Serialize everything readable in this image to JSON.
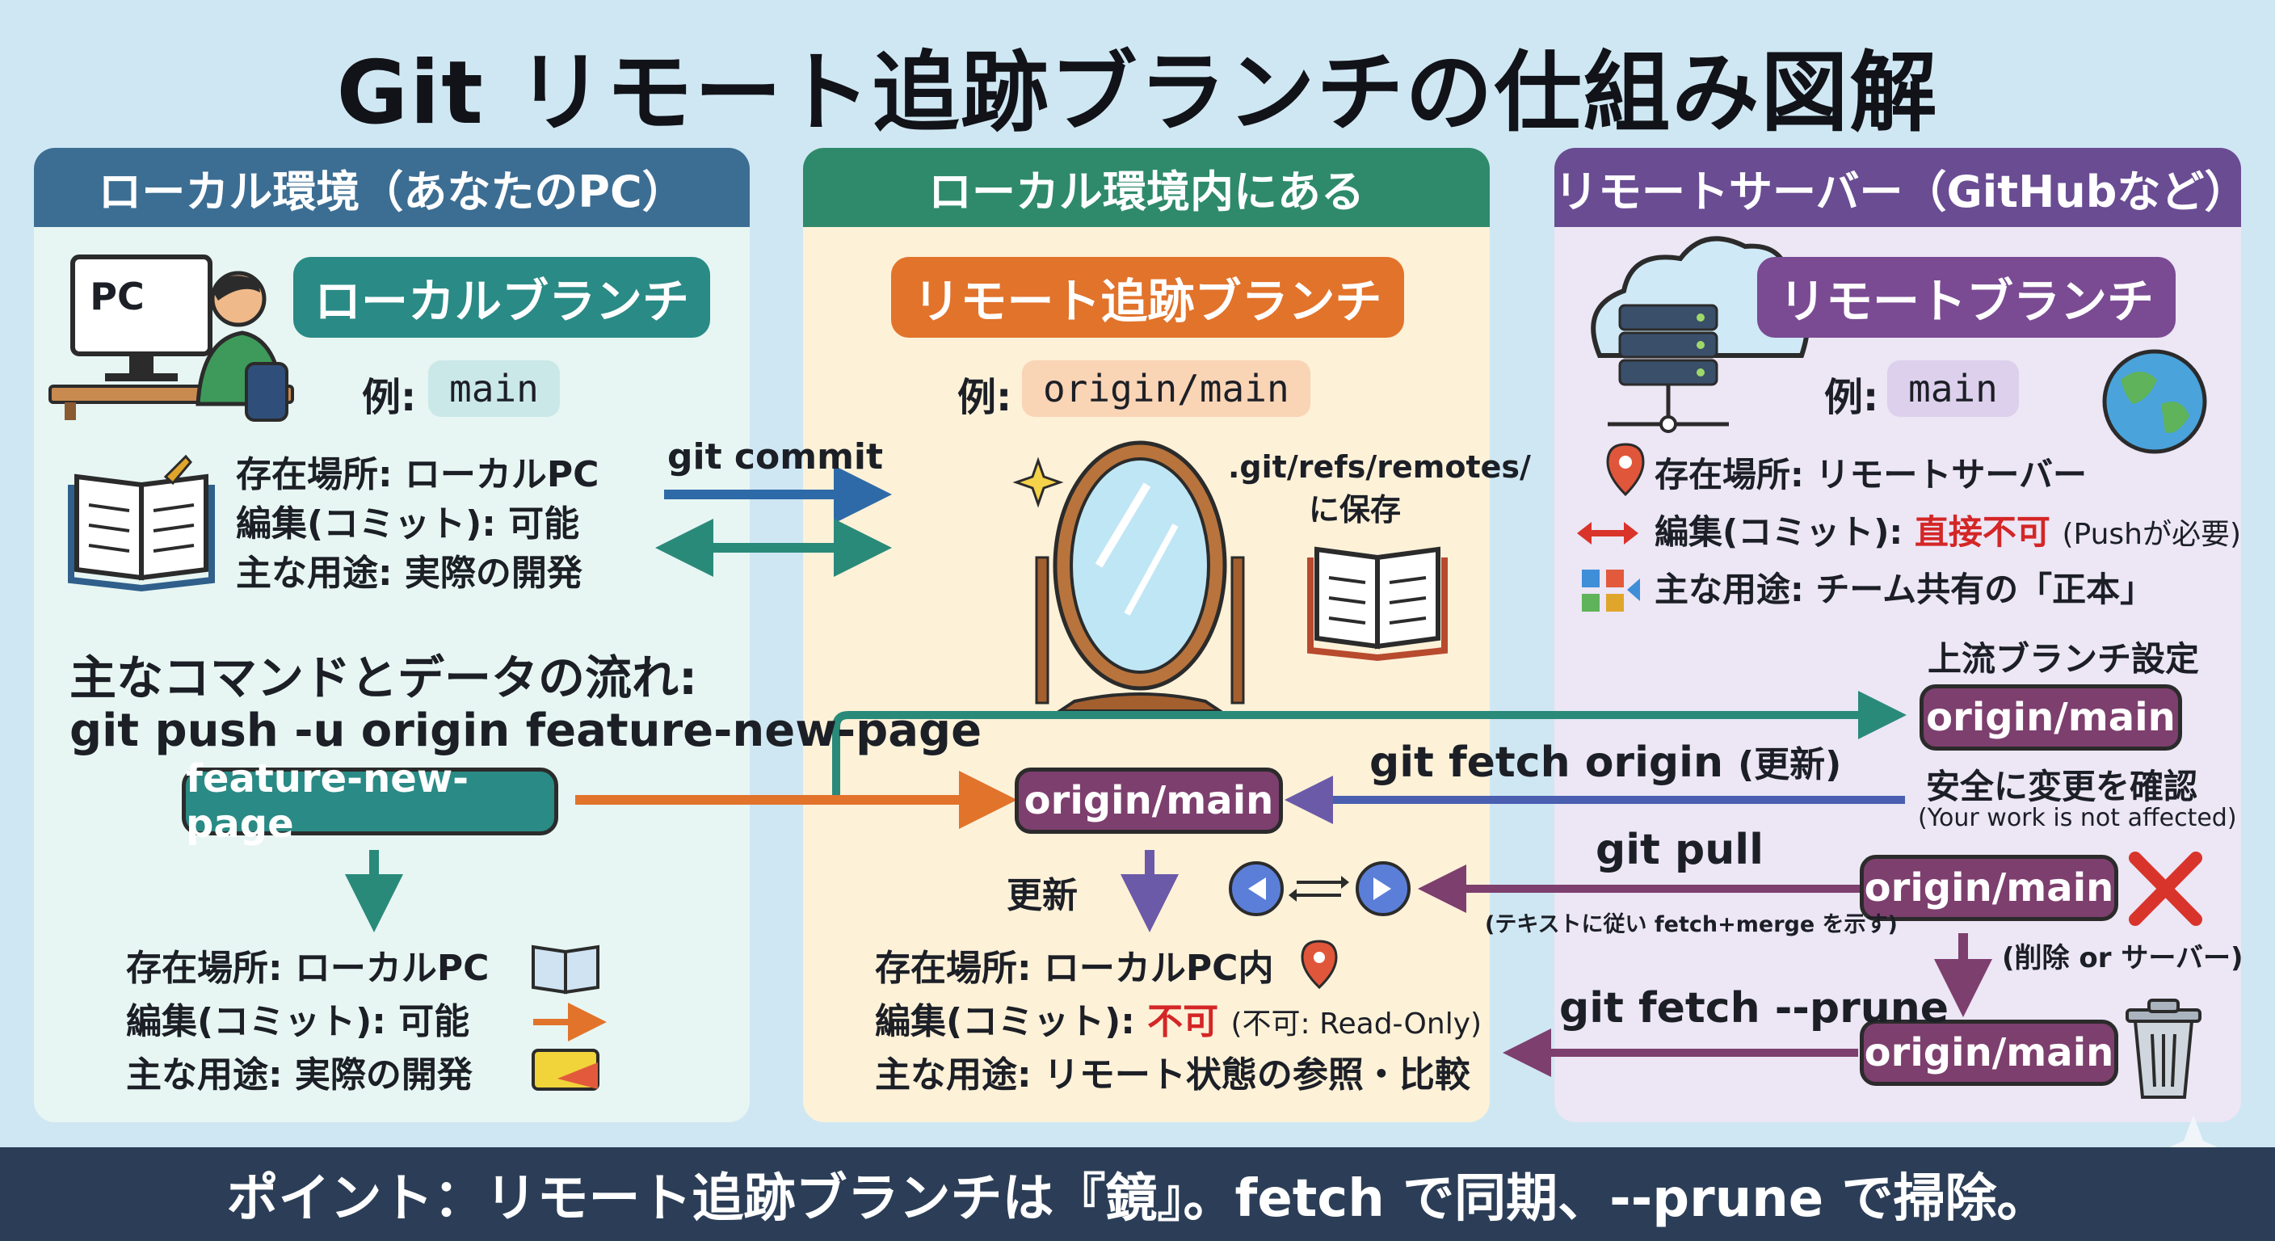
{
  "title": "Git リモート追跡ブランチの仕組み図解",
  "panels": {
    "local": {
      "header": "ローカル環境（あなたのPC）",
      "pc_label": "PC",
      "branch_title": "ローカルブランチ",
      "example_label": "例:",
      "example_value": "main",
      "info": [
        "存在場所: ローカルPC",
        "編集(コミット): 可能",
        "主な用途: 実際の開発"
      ],
      "commands_heading": "主なコマンドとデータの流れ:",
      "push_command": "git push -u origin feature-new-page",
      "feature_branch": "feature-new-page",
      "bottom_info": [
        "存在場所: ローカルPC",
        "編集(コミット): 可能",
        "主な用途: 実際の開発"
      ]
    },
    "middle": {
      "header": "ローカル環境内にある",
      "branch_title": "リモート追跡ブランチ",
      "example_label": "例:",
      "example_value": "origin/main",
      "git_path": ".git/refs/remotes/",
      "git_path_suffix": "に保存",
      "ref_pill": "origin/main",
      "update_label": "更新",
      "info_location": "存在場所: ローカルPC内",
      "info_edit_prefix": "編集(コミット): ",
      "info_edit_value": "不可",
      "info_edit_note": "(不可: Read-Only)",
      "info_use": "主な用途: リモート状態の参照・比較"
    },
    "remote": {
      "header": "リモートサーバー（GitHubなど）",
      "branch_title": "リモートブランチ",
      "example_label": "例:",
      "example_value": "main",
      "info_location": "存在場所: リモートサーバー",
      "info_edit_prefix": "編集(コミット): ",
      "info_edit_value": "直接不可",
      "info_edit_note": "(Pushが必要)",
      "info_use": "主な用途: チーム共有の「正本」",
      "upstream_label": "上流ブランチ設定",
      "ref_upstream": "origin/main",
      "safe_label": "安全に変更を確認",
      "safe_note": "(Your work is not affected)",
      "ref_pull": "origin/main",
      "delete_note": "(削除 or サーバー)",
      "ref_prune": "origin/main"
    }
  },
  "commands": {
    "commit": "git commit",
    "fetch": "git fetch origin",
    "fetch_note": "(更新)",
    "pull": "git pull",
    "pull_note": "(テキストに従い fetch+merge を示す)",
    "prune": "git fetch --prune"
  },
  "footer": "ポイント：リモート追跡ブランチは『鏡』。fetch で同期、--prune で掃除。",
  "colors": {
    "local_accent": "#2a8a85",
    "middle_accent": "#e2732b",
    "remote_accent": "#7a4b93",
    "ref_pill": "#7d3f6e"
  }
}
